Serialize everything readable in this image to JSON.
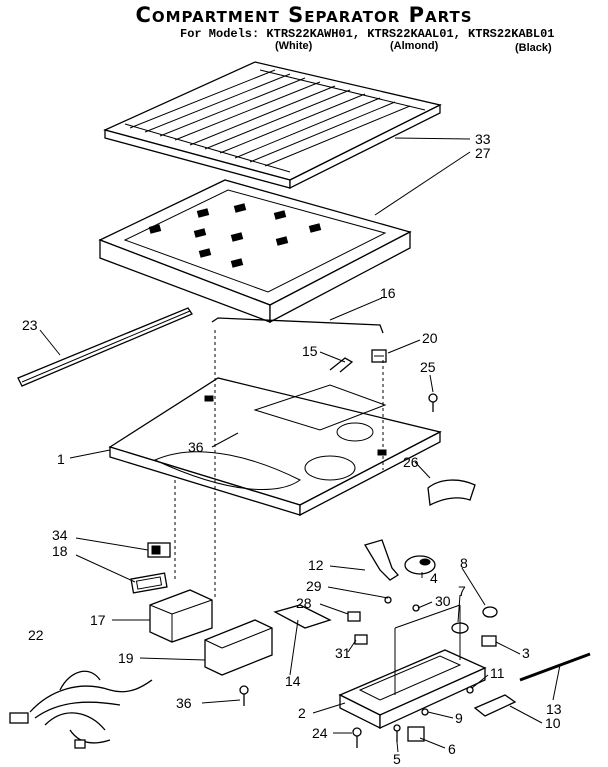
{
  "header": {
    "title": "Compartment Separator Parts",
    "models_prefix": "For Models:",
    "models": "KTRS22KAWH01, KTRS22KAAL01, KTRS22KABL01",
    "variant_white": "(White)",
    "variant_almond": "(Almond)",
    "variant_black": "(Black)"
  },
  "callouts": {
    "c33": "33",
    "c27": "27",
    "c16": "16",
    "c23": "23",
    "c20": "20",
    "c15": "15",
    "c25": "25",
    "c1": "1",
    "c36a": "36",
    "c26": "26",
    "c34": "34",
    "c18": "18",
    "c12": "12",
    "c8": "8",
    "c4": "4",
    "c29": "29",
    "c7": "7",
    "c17": "17",
    "c28": "28",
    "c30": "30",
    "c22": "22",
    "c19": "19",
    "c31": "31",
    "c3": "3",
    "c14": "14",
    "c11": "11",
    "c13": "13",
    "c36b": "36",
    "c2": "2",
    "c10": "10",
    "c9": "9",
    "c24": "24",
    "c5": "5",
    "c6": "6"
  }
}
